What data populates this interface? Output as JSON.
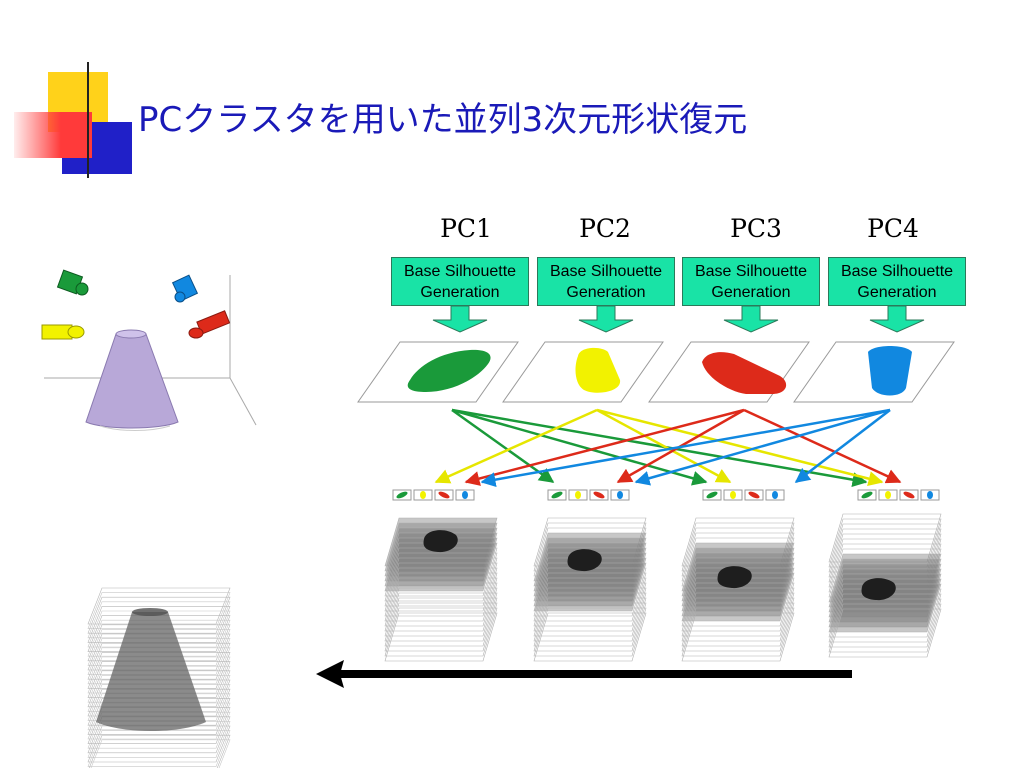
{
  "slide": {
    "title": "PCクラスタを用いた並列3次元形状復元",
    "colors": {
      "title": "#1a1ab8",
      "box_fill": "#19e3a6",
      "green": "#1a9a3a",
      "yellow": "#f2f200",
      "red": "#dd2a1a",
      "blue": "#1188e0",
      "cone": "#b8a8d8"
    }
  },
  "pcs": [
    {
      "label": "PC1",
      "box_line1": "Base Silhouette",
      "box_line2": "Generation",
      "color": "green"
    },
    {
      "label": "PC2",
      "box_line1": "Base Silhouette",
      "box_line2": "Generation",
      "color": "yellow"
    },
    {
      "label": "PC3",
      "box_line1": "Base Silhouette",
      "box_line2": "Generation",
      "color": "red"
    },
    {
      "label": "PC4",
      "box_line1": "Base Silhouette",
      "box_line2": "Generation",
      "color": "blue"
    }
  ]
}
